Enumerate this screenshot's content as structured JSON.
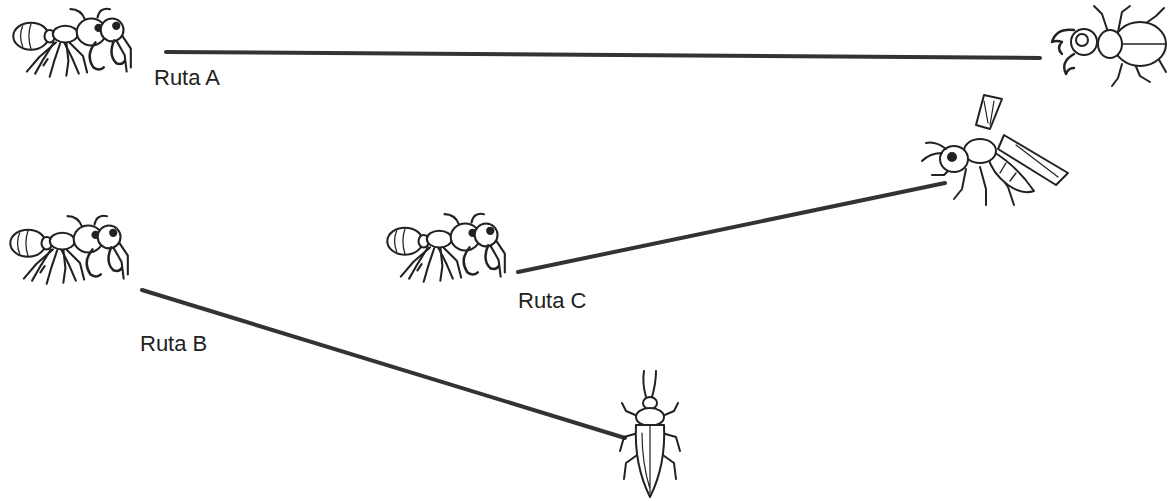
{
  "diagram": {
    "labels": [
      "Ruta A",
      "Ruta B",
      "Ruta C"
    ]
  }
}
